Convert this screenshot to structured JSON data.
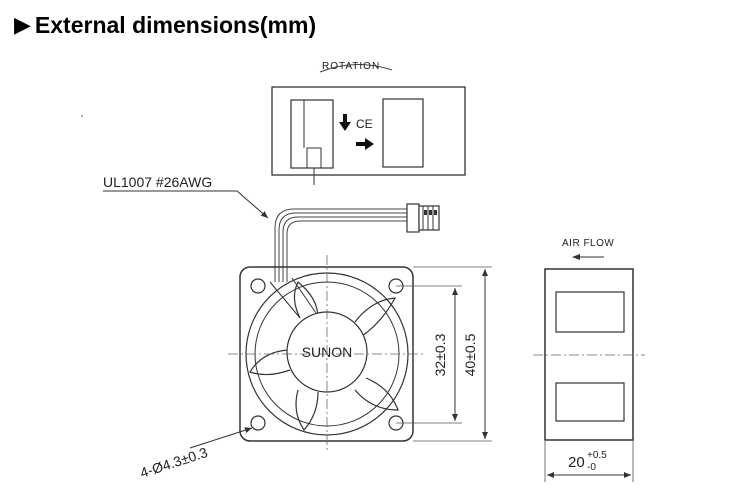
{
  "header": {
    "title": "External dimensions(mm)",
    "title_icon": "play-triangle-icon"
  },
  "diagram": {
    "rotation_label": "ROTATION",
    "ce_mark": "CE",
    "wire_label": "UL1007 #26AWG",
    "brand_label": "SUNON",
    "airflow_label": "AIR FLOW",
    "dim_hole_spacing": "32±0.3",
    "dim_frame_size": "40±0.5",
    "dim_mount_holes": "4-Ø4.3±0.3",
    "dim_depth_base": "20",
    "dim_depth_plus": "+0.5",
    "dim_depth_minus": "-0"
  }
}
